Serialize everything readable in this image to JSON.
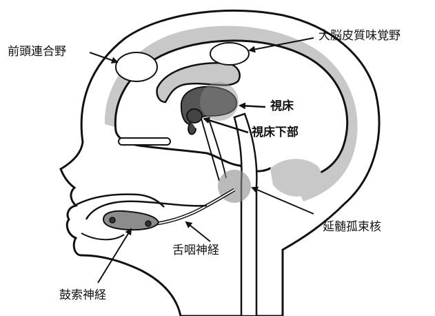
{
  "labels": {
    "prefrontal": "前頭連合野",
    "gustatory_cortex": "大脳皮質味覚野",
    "thalamus": "視床",
    "hypothalamus": "視床下部",
    "nts": "延髄孤束核",
    "glossopharyngeal": "舌咽神経",
    "chorda_tympani": "鼓索神経"
  },
  "colors": {
    "line": "#111111",
    "light_gray": "#c8c8c8",
    "mid_gray": "#8c8c8c",
    "dark_gray": "#555555",
    "background": "#ffffff"
  }
}
